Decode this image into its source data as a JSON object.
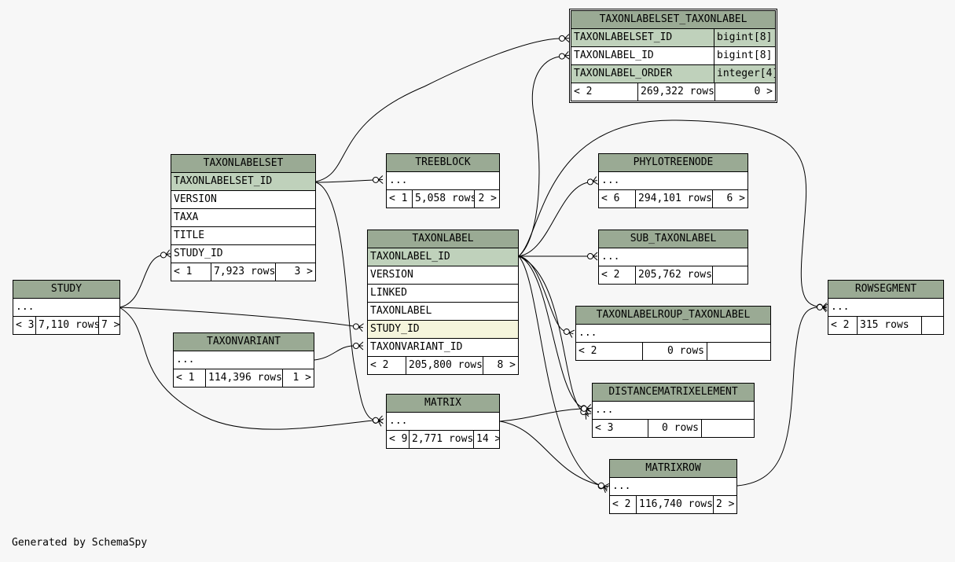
{
  "credit": "Generated by SchemaSpy",
  "tables": {
    "taxonlabelset_taxonlabel": {
      "title": "TAXONLABELSET_TAXONLABEL",
      "rows": [
        {
          "name": "TAXONLABELSET_ID",
          "type": "bigint[8]"
        },
        {
          "name": "TAXONLABEL_ID",
          "type": "bigint[8]"
        },
        {
          "name": "TAXONLABEL_ORDER",
          "type": "integer[4]"
        }
      ],
      "footer": {
        "parents": "< 2",
        "rows": "269,322 rows",
        "children": "0 >"
      }
    },
    "taxonlabelset": {
      "title": "TAXONLABELSET",
      "rows": [
        "TAXONLABELSET_ID",
        "VERSION",
        "TAXA",
        "TITLE",
        "STUDY_ID"
      ],
      "footer": {
        "parents": "< 1",
        "rows": "7,923 rows",
        "children": "3 >"
      }
    },
    "treeblock": {
      "title": "TREEBLOCK",
      "rows": [
        "..."
      ],
      "footer": {
        "parents": "< 1",
        "rows": "5,058 rows",
        "children": "2 >"
      }
    },
    "phylotreenode": {
      "title": "PHYLOTREENODE",
      "rows": [
        "..."
      ],
      "footer": {
        "parents": "< 6",
        "rows": "294,101 rows",
        "children": "6 >"
      }
    },
    "taxonlabel": {
      "title": "TAXONLABEL",
      "rows": [
        "TAXONLABEL_ID",
        "VERSION",
        "LINKED",
        "TAXONLABEL",
        "STUDY_ID",
        "TAXONVARIANT_ID"
      ],
      "footer": {
        "parents": "< 2",
        "rows": "205,800 rows",
        "children": "8 >"
      }
    },
    "sub_taxonlabel": {
      "title": "SUB_TAXONLABEL",
      "rows": [
        "..."
      ],
      "footer": {
        "parents": "< 2",
        "rows": "205,762 rows",
        "children": ""
      }
    },
    "study": {
      "title": "STUDY",
      "rows": [
        "..."
      ],
      "footer": {
        "parents": "< 3",
        "rows": "7,110 rows",
        "children": "7 >"
      }
    },
    "rowsegment": {
      "title": "ROWSEGMENT",
      "rows": [
        "..."
      ],
      "footer": {
        "parents": "< 2",
        "rows": "315 rows",
        "children": ""
      }
    },
    "taxonvariant": {
      "title": "TAXONVARIANT",
      "rows": [
        "..."
      ],
      "footer": {
        "parents": "< 1",
        "rows": "114,396 rows",
        "children": "1 >"
      }
    },
    "taxonlabelroup_taxonlabel": {
      "title": "TAXONLABELROUP_TAXONLABEL",
      "rows": [
        "..."
      ],
      "footer": {
        "parents": "< 2",
        "rows": "0 rows",
        "children": ""
      }
    },
    "distancematrixelement": {
      "title": "DISTANCEMATRIXELEMENT",
      "rows": [
        "..."
      ],
      "footer": {
        "parents": "< 3",
        "rows": "0 rows",
        "children": ""
      }
    },
    "matrix": {
      "title": "MATRIX",
      "rows": [
        "..."
      ],
      "footer": {
        "parents": "< 9",
        "rows": "2,771 rows",
        "children": "14 >"
      }
    },
    "matrixrow": {
      "title": "MATRIXROW",
      "rows": [
        "..."
      ],
      "footer": {
        "parents": "< 2",
        "rows": "116,740 rows",
        "children": "2 >"
      }
    }
  },
  "colors": {
    "header": "#9aaa94",
    "pk_row": "#bfd1bb",
    "fk_row": "#f5f5dc",
    "background": "#f7f7f7"
  }
}
